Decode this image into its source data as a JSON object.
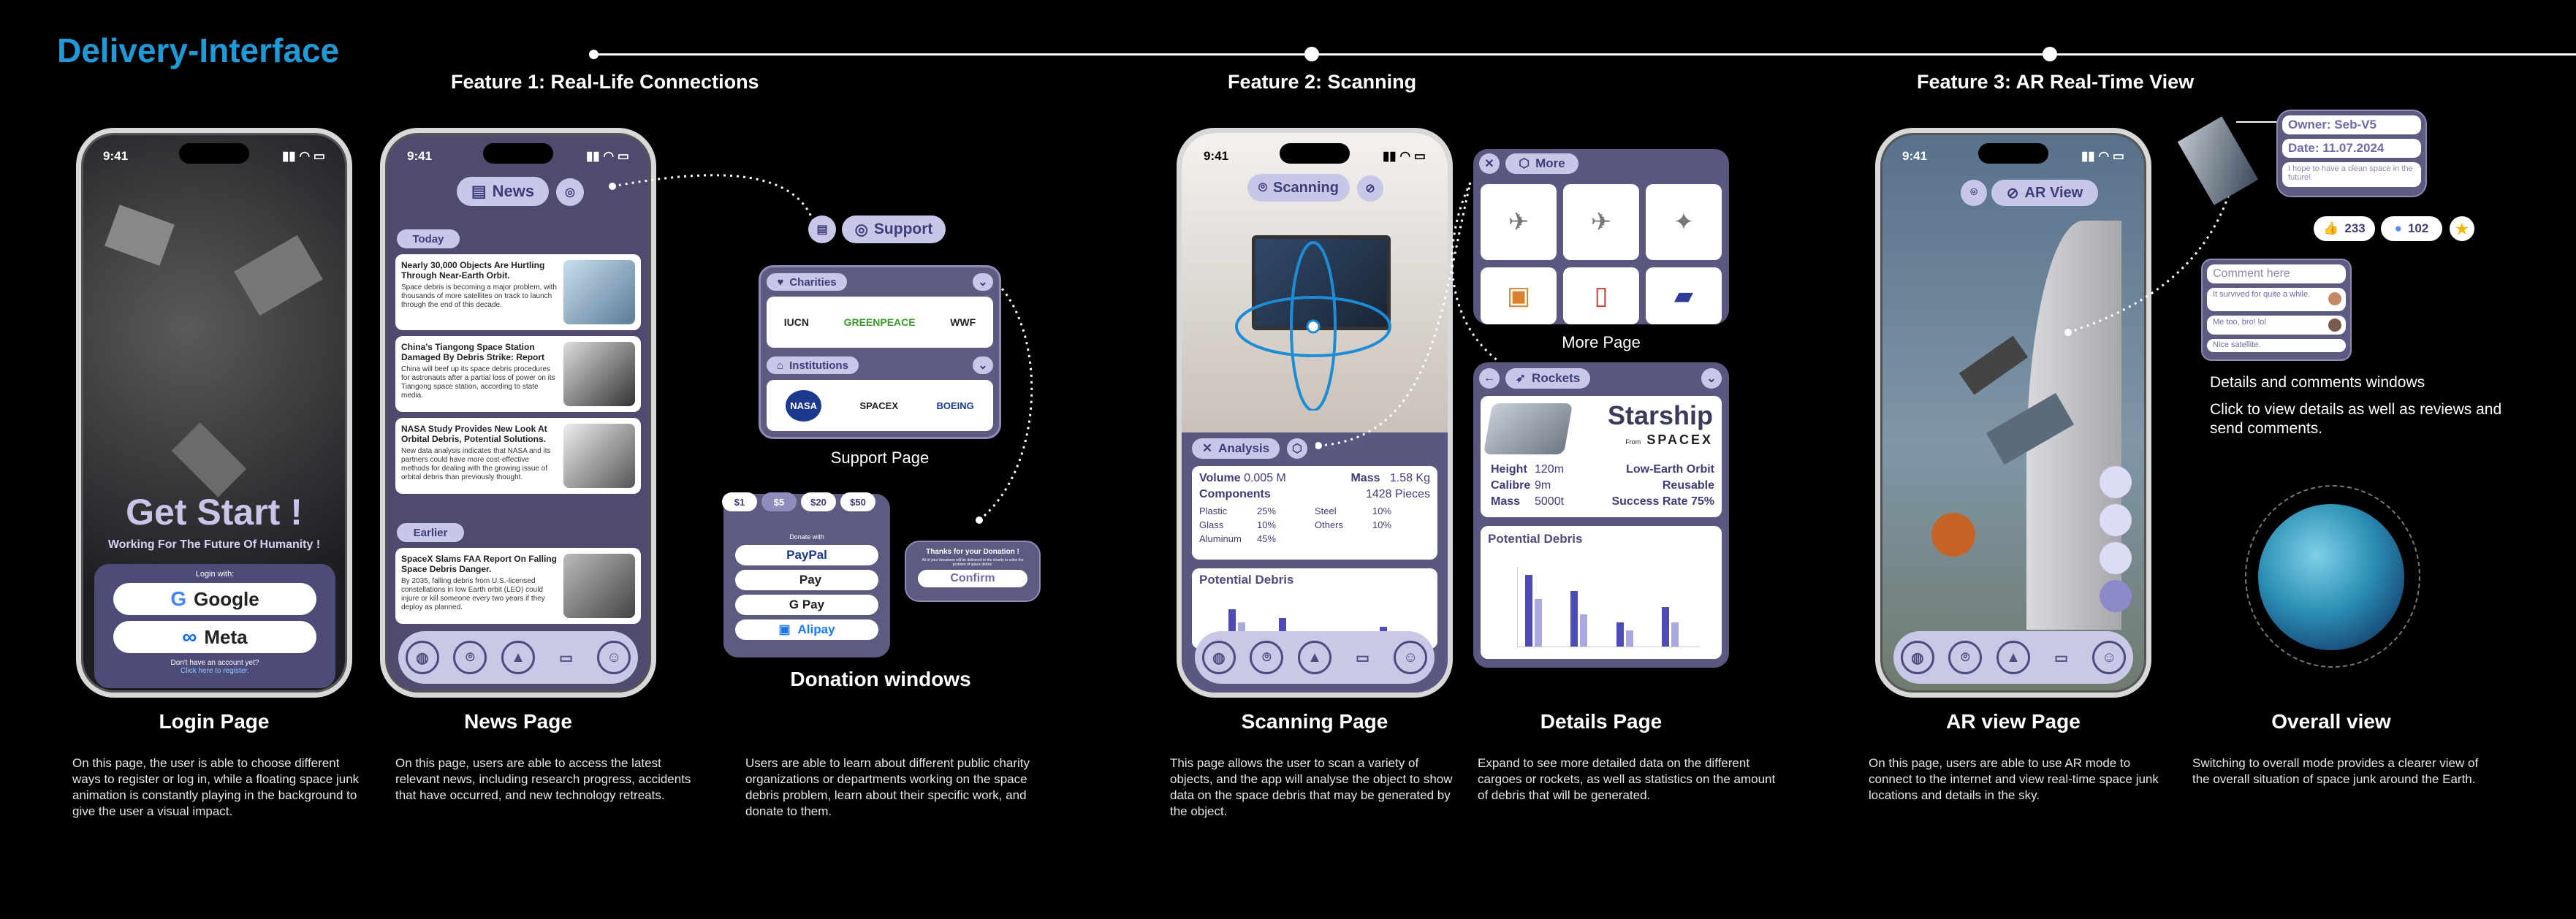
{
  "header": {
    "title": "Delivery-Interface",
    "features": [
      "Feature 1: Real-Life Connections",
      "Feature 2: Scanning",
      "Feature 3: AR Real-Time View"
    ]
  },
  "status": {
    "time": "9:41"
  },
  "login": {
    "headline": "Get Start !",
    "tagline": "Working For The Future Of Humanity !",
    "login_with": "Login with:",
    "google": "Google",
    "meta": "Meta",
    "no_account": "Don't have an account yet?",
    "register": "Click here to register.",
    "label": "Login Page",
    "desc": "On this page, the user is able to choose different ways to register or log in, while a floating space junk animation is constantly playing in the background to give the user a visual impact."
  },
  "newsPage": {
    "tab": "News",
    "today": "Today",
    "earlier": "Earlier",
    "items": [
      {
        "title": "Nearly 30,000 Objects Are Hurtling Through Near-Earth Orbit.",
        "body": "Space debris is becoming a major problem, with thousands of more satellites on track to launch through the end of this decade."
      },
      {
        "title": "China's Tiangong Space Station Damaged By Debris Strike: Report",
        "body": "China will beef up its space debris procedures for astronauts after a partial loss of power on its Tiangong space station, according to state media."
      },
      {
        "title": "NASA Study Provides New Look At Orbital Debris, Potential Solutions.",
        "body": "New data analysis indicates that NASA and its partners could have more cost-effective methods for dealing with the growing issue of orbital debris than previously thought."
      },
      {
        "title": "SpaceX Slams FAA Report On Falling Space Debris Danger.",
        "body": "By 2035, falling debris from U.S.-licensed constellations in low Earth orbit (LEO) could injure or kill someone every two years if they deploy as planned."
      }
    ],
    "label": "News Page",
    "desc": "On this page, users are able to access the latest relevant news, including research progress, accidents that have occurred, and new technology retreats."
  },
  "support": {
    "tab": "Support",
    "charities": "Charities",
    "institutions": "Institutions",
    "charity_logos": [
      "IUCN",
      "GREENPEACE",
      "WWF"
    ],
    "inst_logos": [
      "NASA",
      "SPACEX",
      "BOEING"
    ],
    "label": "Support Page"
  },
  "donation": {
    "amounts": [
      "$1",
      "$5",
      "$20",
      "$50"
    ],
    "donate_with": "Donate with",
    "methods": [
      "PayPal",
      "Pay",
      "G Pay",
      "Alipay"
    ],
    "thanks": "Thanks for your Donation !",
    "thanks_sub": "All of your donations will be delivered to the charity to solve the problem of space debris.",
    "confirm": "Confirm",
    "label": "Donation windows",
    "desc": "Users are able to learn about different public charity organizations or departments working on the space debris problem, learn about their specific work, and donate to them."
  },
  "scan": {
    "tab": "Scanning",
    "analysis": "Analysis",
    "volume_label": "Volume",
    "volume": "0.005 M",
    "mass_label": "Mass",
    "mass": "1.58 Kg",
    "components": "Components",
    "pieces": "1428 Pieces",
    "rows": [
      [
        "Plastic",
        "25%",
        "Steel",
        "10%"
      ],
      [
        "Glass",
        "10%",
        "Others",
        "10%"
      ],
      [
        "Aluminum",
        "45%",
        "",
        ""
      ]
    ],
    "potential": "Potential Debris",
    "label": "Scanning Page",
    "desc": "This page allows the user to scan a variety of objects, and the app will analyse the object to show data on the space debris that may be generated by the object."
  },
  "details": {
    "more": "More",
    "more_label": "More Page",
    "rockets": "Rockets",
    "name": "Starship",
    "from": "From",
    "maker": "SPACEX",
    "stats": [
      [
        "Height",
        "120m",
        "Low-Earth Orbit"
      ],
      [
        "Calibre",
        "9m",
        "Reusable"
      ],
      [
        "Mass",
        "5000t",
        "Success Rate 75%"
      ]
    ],
    "potential": "Potential Debris",
    "label": "Details Page",
    "desc": "Expand to see more detailed data on the different cargoes or rockets, as well as statistics on the amount of debris that will be generated."
  },
  "ar": {
    "tab": "AR View",
    "label": "AR view Page",
    "desc": "On this page, users are able to use AR mode to connect to the internet and view real-time space junk locations and details in the sky."
  },
  "comments": {
    "owner": "Owner: Seb-V5",
    "date": "Date: 11.07.2024",
    "note": "I hope to have a clean space in the future!",
    "likes": "233",
    "replies": "102",
    "placeholder": "Comment here",
    "items": [
      "It survived for quite a while.",
      "Me too, bro! lol",
      "Nice satellite."
    ],
    "title": "Details and comments windows",
    "desc": "Click to view details as well as reviews and send comments."
  },
  "overall": {
    "label": "Overall view",
    "desc": "Switching to overall mode provides a clearer view of the overall situation of space junk around the Earth."
  },
  "chart_series": [
    [
      0.9,
      0.7,
      0.3,
      0.5
    ],
    [
      0.6,
      0.4,
      0.2,
      0.3
    ]
  ]
}
